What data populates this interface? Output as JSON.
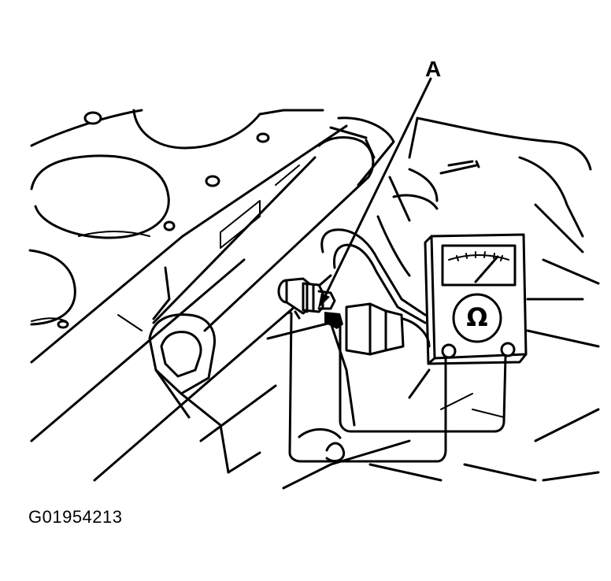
{
  "callout": {
    "label": "A"
  },
  "meter": {
    "symbol": "Ω"
  },
  "figure": {
    "id": "G01954213"
  }
}
